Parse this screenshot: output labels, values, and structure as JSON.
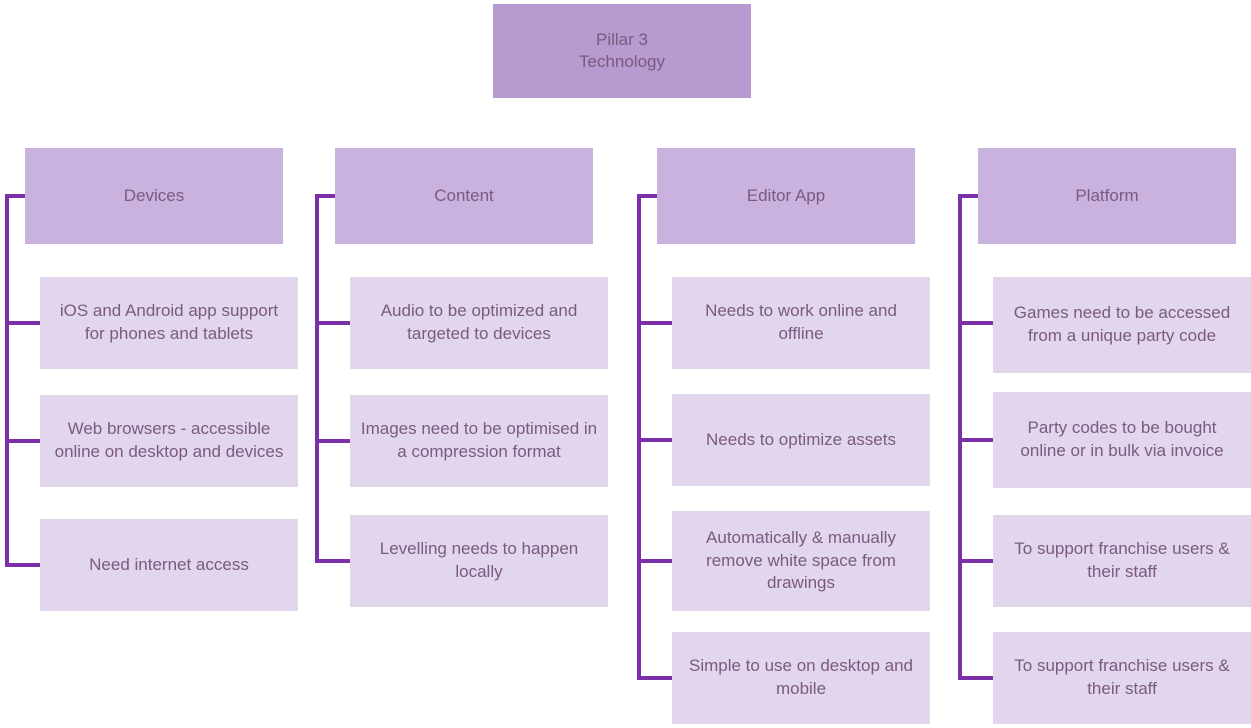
{
  "diagram": {
    "type": "tree",
    "orientation": "top-down-then-left-branching",
    "colors": {
      "root_fill": "#b69ad0",
      "header_fill": "#c9b3de",
      "child_fill": "#e1d6ec",
      "connector": "#7b2fa8",
      "text": "#7a5a80",
      "background": "#ffffff"
    },
    "root": {
      "line1": "Pillar 3",
      "line2": "Technology"
    },
    "branches": [
      {
        "header": "Devices",
        "children": [
          "iOS and Android app support for phones and tablets",
          "Web browsers - accessible online on desktop and devices",
          "Need internet access"
        ]
      },
      {
        "header": "Content",
        "children": [
          "Audio to be optimized and targeted to devices",
          "Images need to be optimised in a compression format",
          "Levelling needs to happen locally"
        ]
      },
      {
        "header": "Editor App",
        "children": [
          "Needs to work online and offline",
          "Needs to optimize assets",
          "Automatically & manually remove white space from drawings",
          "Simple to use on desktop and mobile"
        ]
      },
      {
        "header": "Platform",
        "children": [
          "Games need to be accessed from a unique party code",
          "Party codes to be bought online or in bulk via invoice",
          "To support franchise users & their staff",
          "To support franchise users & their staff"
        ]
      }
    ]
  }
}
